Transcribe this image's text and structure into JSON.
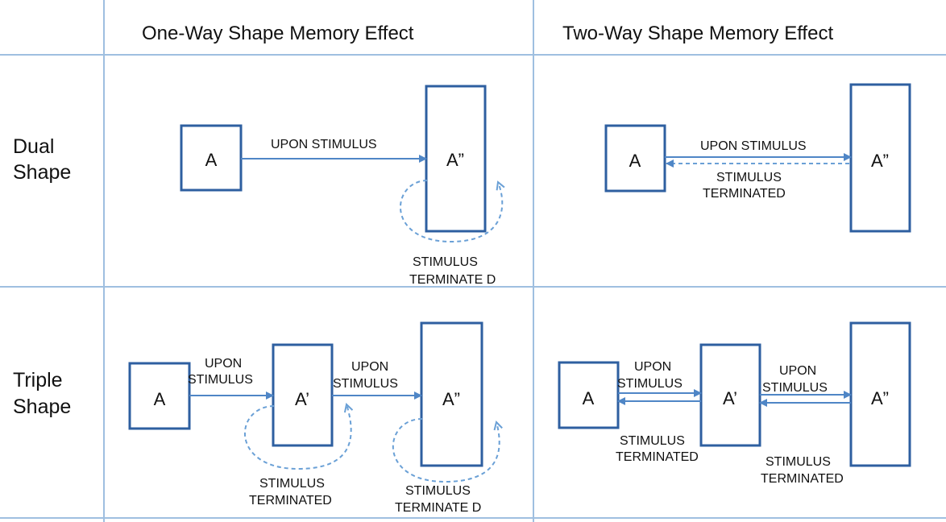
{
  "header": {
    "one_way": "One-Way Shape Memory Effect",
    "two_way": "Two-Way Shape Memory Effect"
  },
  "rows": {
    "dual": [
      "Dual",
      "Shape"
    ],
    "triple": [
      "Triple",
      "Shape"
    ]
  },
  "boxes": {
    "a": "A",
    "a_prime": "A’",
    "a_double": "A”"
  },
  "labels": {
    "upon_stimulus": "UPON STIMULUS",
    "upon": "UPON",
    "stimulus": "STIMULUS",
    "terminated": "TERMINATED",
    "terminated_spaced": "TERMINATE D"
  },
  "colors": {
    "box_border": "#2e5fa0",
    "arrow": "#4f86c6",
    "grid": "#9fbfe0"
  }
}
